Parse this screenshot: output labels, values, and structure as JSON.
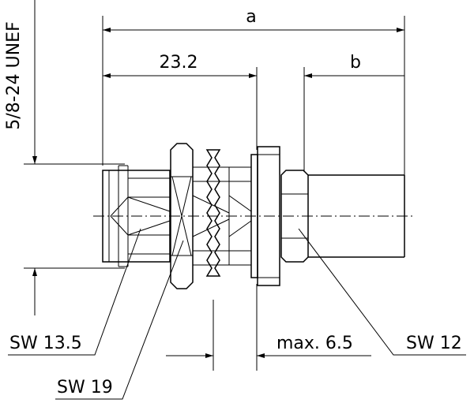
{
  "labels": {
    "dim_a": "a",
    "dim_23_2": "23.2",
    "dim_b": "b",
    "thread": "5/8-24 UNEF",
    "sw_13_5": "SW 13.5",
    "sw_19": "SW 19",
    "sw_12": "SW 12",
    "max_6_5": "max. 6.5"
  }
}
